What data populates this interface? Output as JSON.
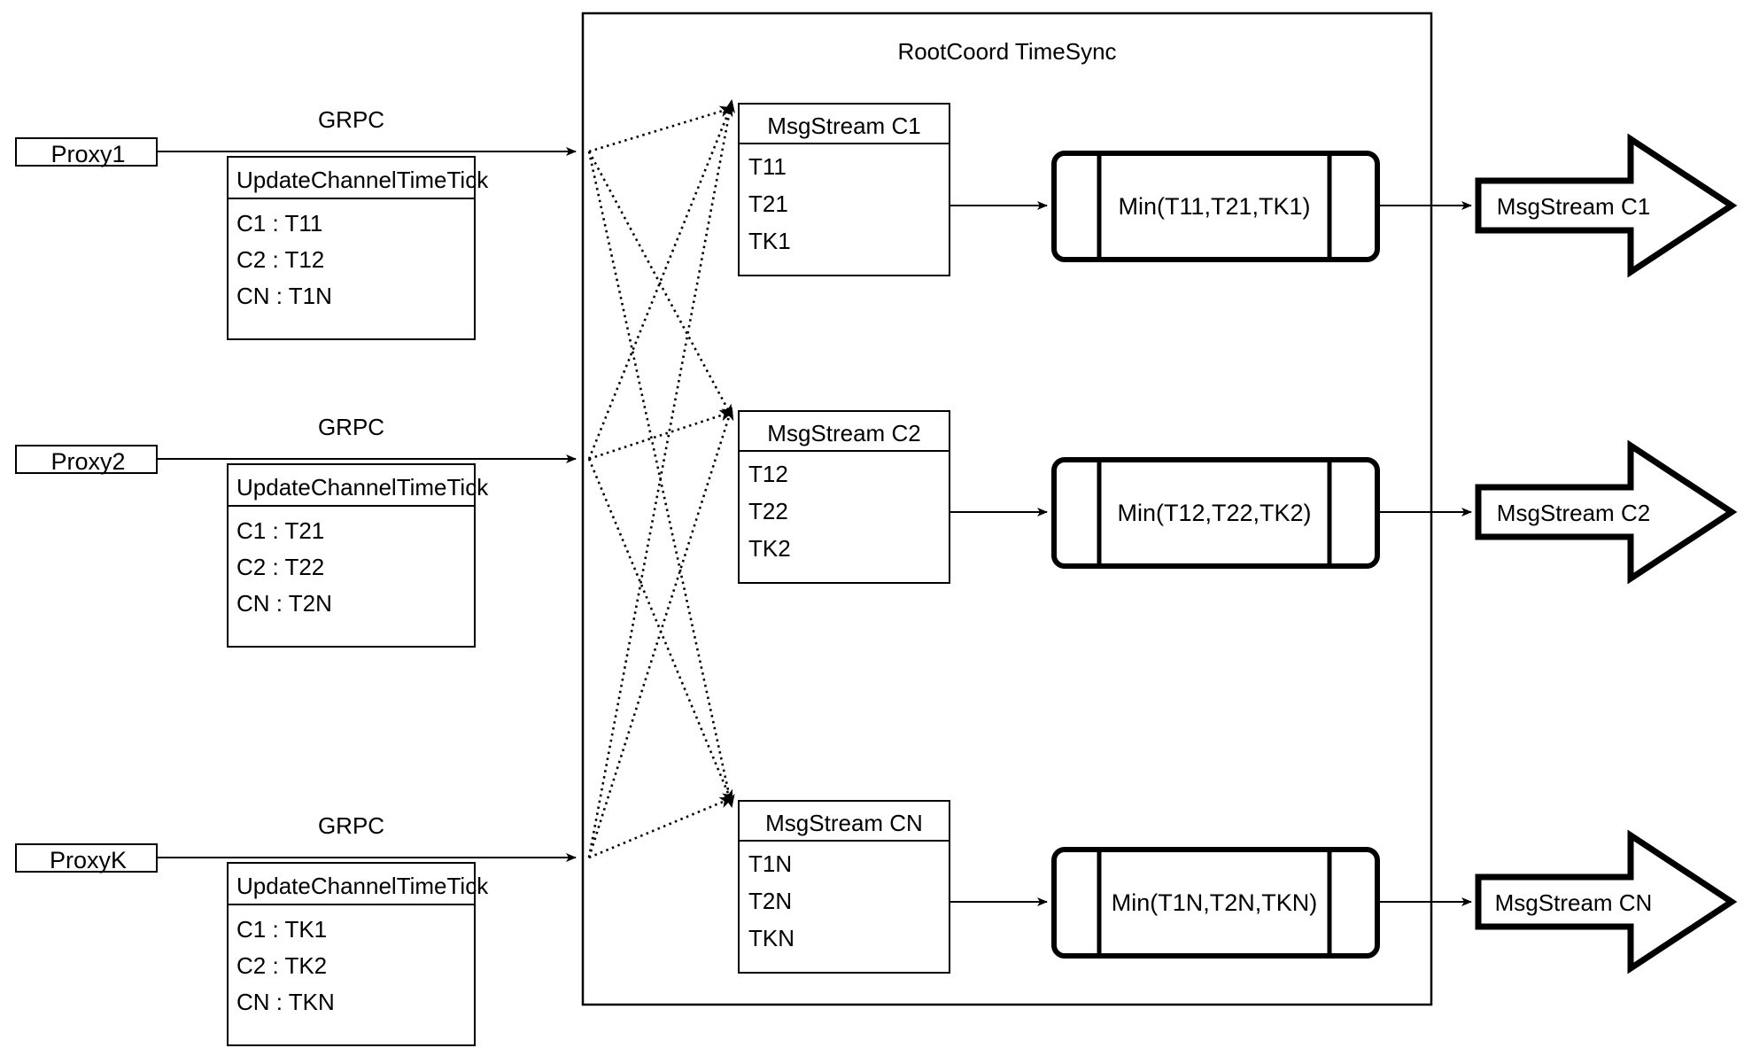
{
  "diagram": {
    "title": "RootCoord TimeSync",
    "rows": [
      {
        "proxy": "Proxy1",
        "link_label": "GRPC",
        "tick": {
          "header": "UpdateChannelTimeTick",
          "rows": [
            "C1 :  T11",
            "C2 :  T12",
            "CN : T1N"
          ]
        },
        "msgstream": {
          "header": "MsgStream C1",
          "rows": [
            "T11",
            "T21",
            "TK1"
          ]
        },
        "min_label": "Min(T11,T21,TK1)",
        "output_label": "MsgStream C1"
      },
      {
        "proxy": "Proxy2",
        "link_label": "GRPC",
        "tick": {
          "header": "UpdateChannelTimeTick",
          "rows": [
            "C1 :  T21",
            "C2 :  T22",
            "CN : T2N"
          ]
        },
        "msgstream": {
          "header": "MsgStream C2",
          "rows": [
            "T12",
            "T22",
            "TK2"
          ]
        },
        "min_label": "Min(T12,T22,TK2)",
        "output_label": "MsgStream C2"
      },
      {
        "proxy": "ProxyK",
        "link_label": "GRPC",
        "tick": {
          "header": "UpdateChannelTimeTick",
          "rows": [
            "C1 :  TK1",
            "C2 :  TK2",
            "CN : TKN"
          ]
        },
        "msgstream": {
          "header": "MsgStream CN",
          "rows": [
            "T1N",
            "T2N",
            "TKN"
          ]
        },
        "min_label": "Min(T1N,T2N,TKN)",
        "output_label": "MsgStream CN"
      }
    ],
    "colors": {
      "stroke": "#000000",
      "fill": "#ffffff"
    }
  }
}
